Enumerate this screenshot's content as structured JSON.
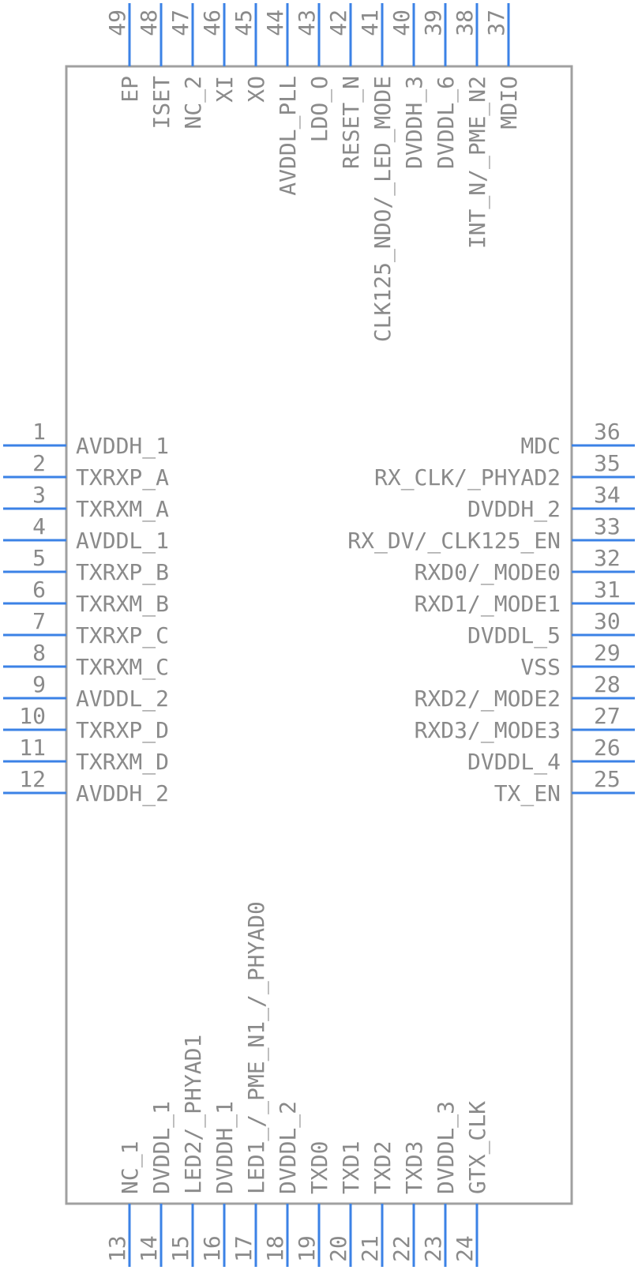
{
  "component": {
    "left_pins": [
      {
        "num": "1",
        "name": "AVDDH_1"
      },
      {
        "num": "2",
        "name": "TXRXP_A"
      },
      {
        "num": "3",
        "name": "TXRXM_A"
      },
      {
        "num": "4",
        "name": "AVDDL_1"
      },
      {
        "num": "5",
        "name": "TXRXP_B"
      },
      {
        "num": "6",
        "name": "TXRXM_B"
      },
      {
        "num": "7",
        "name": "TXRXP_C"
      },
      {
        "num": "8",
        "name": "TXRXM_C"
      },
      {
        "num": "9",
        "name": "AVDDL_2"
      },
      {
        "num": "10",
        "name": "TXRXP_D"
      },
      {
        "num": "11",
        "name": "TXRXM_D"
      },
      {
        "num": "12",
        "name": "AVDDH_2"
      }
    ],
    "right_pins": [
      {
        "num": "36",
        "name": "MDC"
      },
      {
        "num": "35",
        "name": "RX_CLK/_PHYAD2"
      },
      {
        "num": "34",
        "name": "DVDDH_2"
      },
      {
        "num": "33",
        "name": "RX_DV/_CLK125_EN"
      },
      {
        "num": "32",
        "name": "RXD0/_MODE0"
      },
      {
        "num": "31",
        "name": "RXD1/_MODE1"
      },
      {
        "num": "30",
        "name": "DVDDL_5"
      },
      {
        "num": "29",
        "name": "VSS"
      },
      {
        "num": "28",
        "name": "RXD2/_MODE2"
      },
      {
        "num": "27",
        "name": "RXD3/_MODE3"
      },
      {
        "num": "26",
        "name": "DVDDL_4"
      },
      {
        "num": "25",
        "name": "TX_EN"
      }
    ],
    "bottom_pins": [
      {
        "num": "13",
        "name": "NC_1"
      },
      {
        "num": "14",
        "name": "DVDDL_1"
      },
      {
        "num": "15",
        "name": "LED2/_PHYAD1"
      },
      {
        "num": "16",
        "name": "DVDDH_1"
      },
      {
        "num": "17",
        "name": "LED1_/_PME_N1_/_PHYAD0"
      },
      {
        "num": "18",
        "name": "DVDDL_2"
      },
      {
        "num": "19",
        "name": "TXD0"
      },
      {
        "num": "20",
        "name": "TXD1"
      },
      {
        "num": "21",
        "name": "TXD2"
      },
      {
        "num": "22",
        "name": "TXD3"
      },
      {
        "num": "23",
        "name": "DVDDL_3"
      },
      {
        "num": "24",
        "name": "GTX_CLK"
      }
    ],
    "top_pins": [
      {
        "num": "49",
        "name": "EP"
      },
      {
        "num": "48",
        "name": "ISET"
      },
      {
        "num": "47",
        "name": "NC_2"
      },
      {
        "num": "46",
        "name": "XI"
      },
      {
        "num": "45",
        "name": "XO"
      },
      {
        "num": "44",
        "name": "AVDDL_PLL"
      },
      {
        "num": "43",
        "name": "LDO_O"
      },
      {
        "num": "42",
        "name": "RESET_N"
      },
      {
        "num": "41",
        "name": "CLK125_NDO/_LED_MODE"
      },
      {
        "num": "40",
        "name": "DVDDH_3"
      },
      {
        "num": "39",
        "name": "DVDDL_6"
      },
      {
        "num": "38",
        "name": "INT_N/_PME_N2"
      },
      {
        "num": "37",
        "name": "MDIO"
      }
    ]
  },
  "colors": {
    "pin": "#3b82e6",
    "outline": "#a0a0a0",
    "text": "#8a8a8a"
  }
}
